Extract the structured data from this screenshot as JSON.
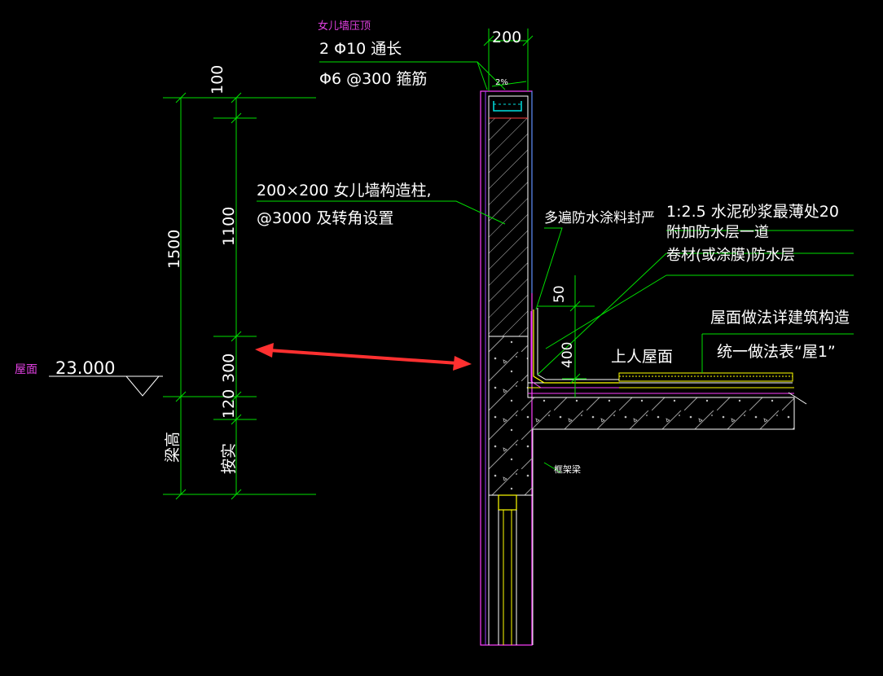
{
  "colors": {
    "background": "#000000",
    "dimension_lines": "#00e000",
    "text": "#ffffff",
    "magenta_labels": "#e040e0",
    "wall_outline": "#ff40ff",
    "arrow": "#ff3030",
    "waterproof": "#ffff00"
  },
  "labels": {
    "coping_title": "女儿墙压顶",
    "rebar_long": "2 Φ10 通长",
    "rebar_stirrup": "Φ6 @300 箍筋",
    "slope": "2%",
    "column_note_1": "200×200 女儿墙构造柱,",
    "column_note_2": "@3000 及转角设置",
    "seal_note": "多遍防水涂料封严",
    "mortar_note": "1:2.5 水泥砂浆最薄处20",
    "extra_waterproof": "附加防水层一道",
    "membrane_note": "卷材(或涂膜)防水层",
    "roof_method_1": "屋面做法详建筑构造",
    "roof_method_2": "统一做法表“屋1”",
    "accessible_roof": "上人屋面",
    "frame_beam": "框架梁",
    "roof_label": "屋面",
    "roof_elevation": "23.000"
  },
  "dimensions": {
    "top_width": "200",
    "d100": "100",
    "d1500": "1500",
    "d1100": "1100",
    "d300": "300",
    "d120": "120",
    "beam_height": "梁高",
    "as_actual": "按实",
    "d50": "50",
    "d400": "400"
  }
}
